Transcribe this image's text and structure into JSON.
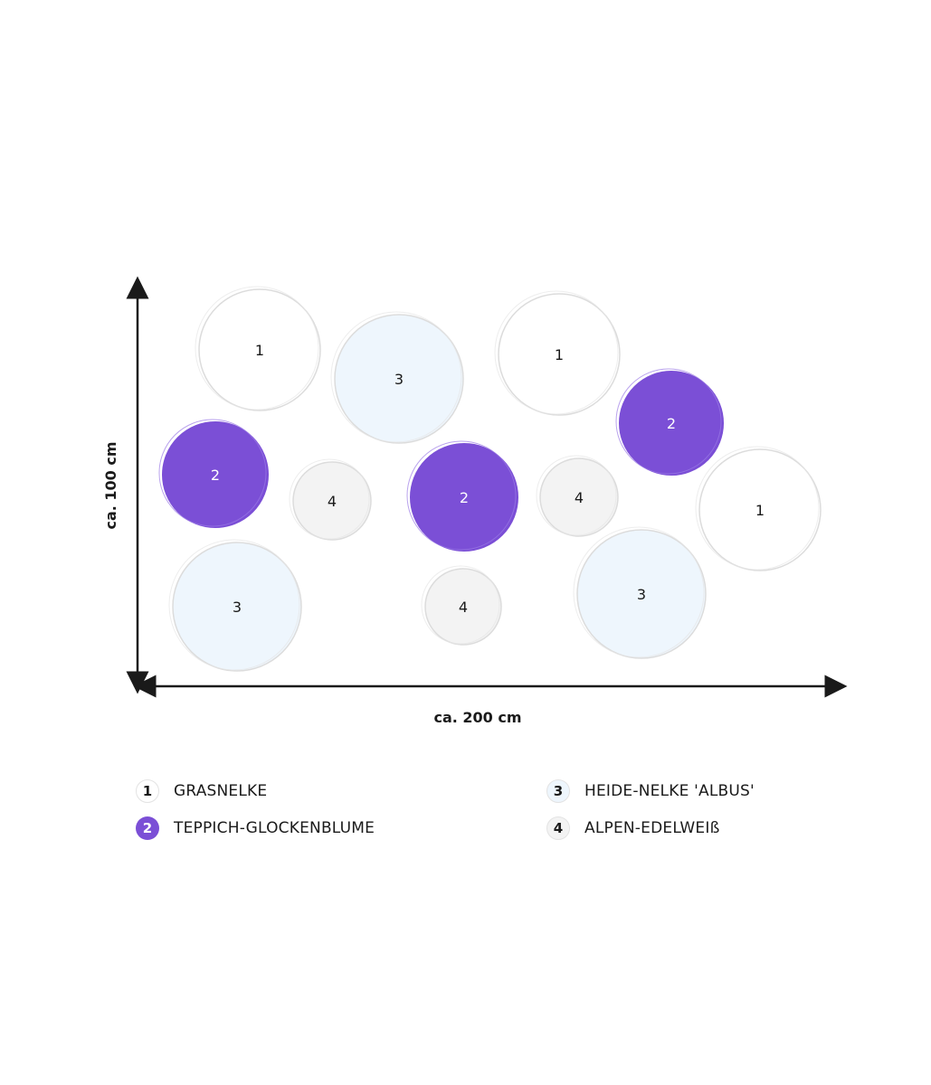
{
  "colors": {
    "plant_1": "#ffffff",
    "plant_2": "#7b4fd6",
    "plant_3": "#eef6fd",
    "plant_4": "#f3f3f3",
    "outline": "#dcdcdc",
    "arrow": "#1a1a1a"
  },
  "dimensions": {
    "height_label": "ca. 100 cm",
    "width_label": "ca. 200 cm"
  },
  "plants": [
    {
      "label": "1",
      "type": 1
    },
    {
      "label": "3",
      "type": 3
    },
    {
      "label": "1",
      "type": 1
    },
    {
      "label": "2",
      "type": 2
    },
    {
      "label": "2",
      "type": 2
    },
    {
      "label": "4",
      "type": 4
    },
    {
      "label": "2",
      "type": 2
    },
    {
      "label": "4",
      "type": 4
    },
    {
      "label": "1",
      "type": 1
    },
    {
      "label": "3",
      "type": 3
    },
    {
      "label": "4",
      "type": 4
    },
    {
      "label": "3",
      "type": 3
    }
  ],
  "legend": [
    {
      "number": "1",
      "name": "GRASNELKE"
    },
    {
      "number": "2",
      "name": "TEPPICH-GLOCKENBLUME"
    },
    {
      "number": "3",
      "name": "HEIDE-NELKE 'ALBUS'"
    },
    {
      "number": "4",
      "name": "ALPEN-EDELWEIß"
    }
  ]
}
